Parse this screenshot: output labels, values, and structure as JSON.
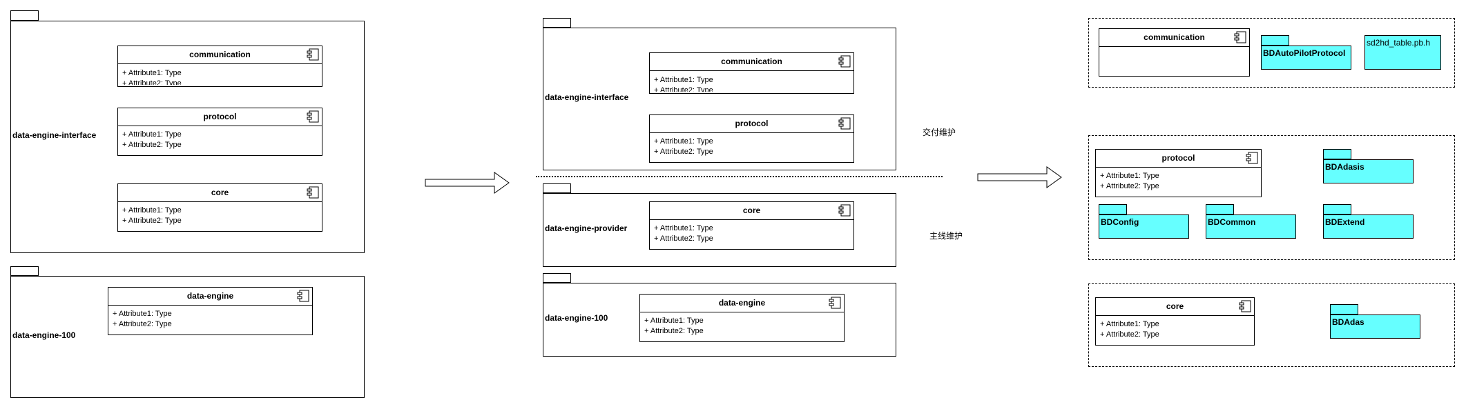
{
  "attributes": [
    "+ Attribute1: Type",
    "+ Attribute2: Type"
  ],
  "colors": {
    "library_fill": "#66ffff",
    "line": "#000000"
  },
  "icons": [
    "component-icon",
    "arrow-right-icon"
  ],
  "left_panel": {
    "interface_package": "data-engine-interface",
    "engine_package": "data-engine-100",
    "components": [
      "communication",
      "protocol",
      "core",
      "data-engine"
    ]
  },
  "middle_panel": {
    "interface_package": "data-engine-interface",
    "provider_package": "data-engine-provider",
    "engine_package": "data-engine-100",
    "components": [
      "communication",
      "protocol",
      "core",
      "data-engine"
    ],
    "note_delivery": "交付维护",
    "note_mainline": "主线维护"
  },
  "right_panel": {
    "group1": {
      "component": "communication",
      "libs": [
        "BDAutoPilotProtocol",
        "sd2hd_table.pb.h"
      ]
    },
    "group2": {
      "component": "protocol",
      "libs": [
        "BDAdasis",
        "BDConfig",
        "BDCommon",
        "BDExtend"
      ]
    },
    "group3": {
      "component": "core",
      "libs": [
        "BDAdas"
      ]
    }
  }
}
